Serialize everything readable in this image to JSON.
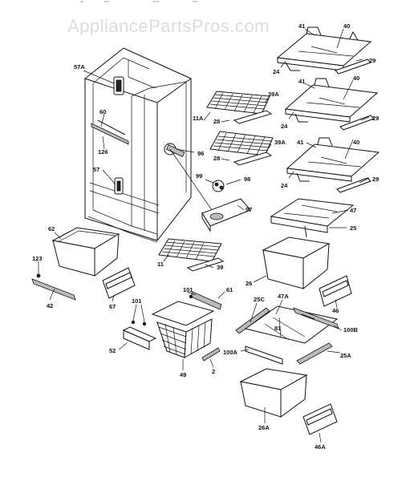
{
  "watermark": "AppliancePartsPros.com",
  "part_labels": [
    {
      "key": "41a",
      "text": "41"
    },
    {
      "key": "40a",
      "text": "40"
    },
    {
      "key": "24a",
      "text": "24"
    },
    {
      "key": "29a",
      "text": "29"
    },
    {
      "key": "41b",
      "text": "41"
    },
    {
      "key": "40b",
      "text": "40"
    },
    {
      "key": "24b",
      "text": "24"
    },
    {
      "key": "29b",
      "text": "29"
    },
    {
      "key": "41c",
      "text": "41"
    },
    {
      "key": "40c",
      "text": "40"
    },
    {
      "key": "24c",
      "text": "24"
    },
    {
      "key": "29c",
      "text": "29"
    },
    {
      "key": "57A",
      "text": "57A"
    },
    {
      "key": "60",
      "text": "60"
    },
    {
      "key": "126",
      "text": "126"
    },
    {
      "key": "57",
      "text": "57"
    },
    {
      "key": "11A",
      "text": "11A"
    },
    {
      "key": "28a",
      "text": "28"
    },
    {
      "key": "39Aa",
      "text": "39A"
    },
    {
      "key": "28b",
      "text": "28"
    },
    {
      "key": "39Ab",
      "text": "39A"
    },
    {
      "key": "96",
      "text": "96"
    },
    {
      "key": "99",
      "text": "99"
    },
    {
      "key": "98",
      "text": "98"
    },
    {
      "key": "97",
      "text": "97"
    },
    {
      "key": "47",
      "text": "47"
    },
    {
      "key": "25",
      "text": "25"
    },
    {
      "key": "62",
      "text": "62"
    },
    {
      "key": "123",
      "text": "123"
    },
    {
      "key": "42",
      "text": "42"
    },
    {
      "key": "11",
      "text": "11"
    },
    {
      "key": "39",
      "text": "39"
    },
    {
      "key": "26",
      "text": "26"
    },
    {
      "key": "67",
      "text": "67"
    },
    {
      "key": "101a",
      "text": "101"
    },
    {
      "key": "61",
      "text": "61"
    },
    {
      "key": "46",
      "text": "46"
    },
    {
      "key": "101b",
      "text": "101"
    },
    {
      "key": "25C",
      "text": "25C"
    },
    {
      "key": "47A",
      "text": "47A"
    },
    {
      "key": "81",
      "text": "81"
    },
    {
      "key": "100B",
      "text": "100B"
    },
    {
      "key": "52",
      "text": "52"
    },
    {
      "key": "100A",
      "text": "100A"
    },
    {
      "key": "25A",
      "text": "25A"
    },
    {
      "key": "49",
      "text": "49"
    },
    {
      "key": "2",
      "text": "2"
    },
    {
      "key": "26A",
      "text": "26A"
    },
    {
      "key": "46A",
      "text": "46A"
    }
  ]
}
